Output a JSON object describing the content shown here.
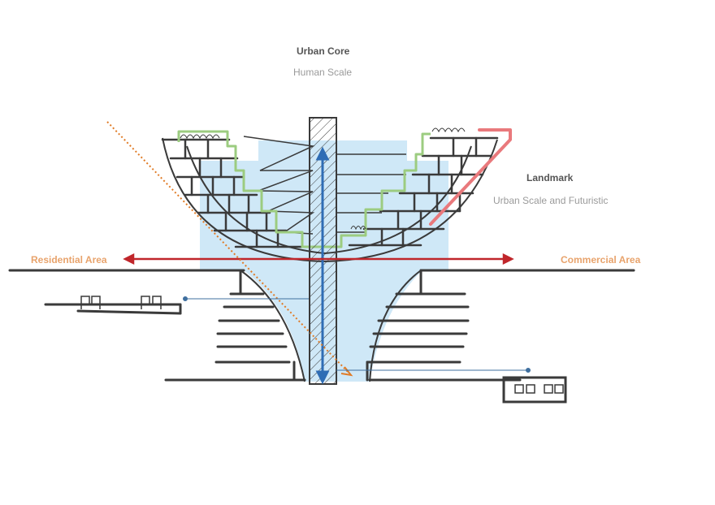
{
  "urban_core": {
    "title": "Urban Core",
    "subtitle": "Human Scale"
  },
  "landmark": {
    "title": "Landmark",
    "subtitle": "Urban Scale and Futuristic"
  },
  "zones": {
    "residential": "Residential Area",
    "commercial": "Commercial  Area"
  },
  "colors": {
    "ink": "#3a3a3a",
    "water": "#cfe8f7",
    "green": "#9ccc80",
    "red_arrow": "#c0262b",
    "landmark_stroke": "#e9797c",
    "blue_arrow": "#2f6db5",
    "orange_dotted": "#e07b26",
    "zone_label": "#e8a36c",
    "leader_line": "#3f6f9f"
  }
}
